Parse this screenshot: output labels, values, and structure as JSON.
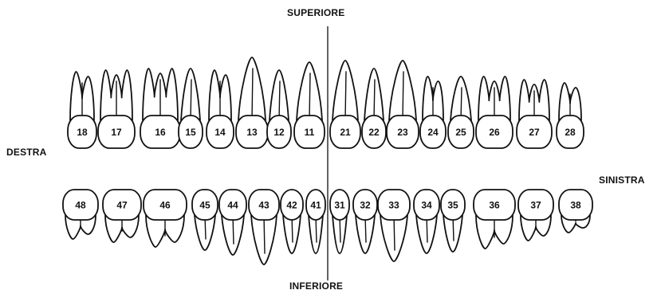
{
  "labels": {
    "top": "SUPERIORE",
    "bottom": "INFERIORE",
    "left": "DESTRA",
    "right": "SINISTRA"
  },
  "upper_teeth": [
    {
      "number": "18",
      "roots": 2
    },
    {
      "number": "17",
      "roots": 3
    },
    {
      "number": "16",
      "roots": 3
    },
    {
      "number": "15",
      "roots": 1
    },
    {
      "number": "14",
      "roots": 2
    },
    {
      "number": "13",
      "roots": 1
    },
    {
      "number": "12",
      "roots": 1
    },
    {
      "number": "11",
      "roots": 1
    },
    {
      "number": "21",
      "roots": 1
    },
    {
      "number": "22",
      "roots": 1
    },
    {
      "number": "23",
      "roots": 1
    },
    {
      "number": "24",
      "roots": 2
    },
    {
      "number": "25",
      "roots": 1
    },
    {
      "number": "26",
      "roots": 3
    },
    {
      "number": "27",
      "roots": 3
    },
    {
      "number": "28",
      "roots": 2
    }
  ],
  "lower_teeth": [
    {
      "number": "48",
      "roots": 2
    },
    {
      "number": "47",
      "roots": 2
    },
    {
      "number": "46",
      "roots": 2
    },
    {
      "number": "45",
      "roots": 1
    },
    {
      "number": "44",
      "roots": 1
    },
    {
      "number": "43",
      "roots": 1
    },
    {
      "number": "42",
      "roots": 1
    },
    {
      "number": "41",
      "roots": 1
    },
    {
      "number": "31",
      "roots": 1
    },
    {
      "number": "32",
      "roots": 1
    },
    {
      "number": "33",
      "roots": 1
    },
    {
      "number": "34",
      "roots": 1
    },
    {
      "number": "35",
      "roots": 1
    },
    {
      "number": "36",
      "roots": 2
    },
    {
      "number": "37",
      "roots": 2
    },
    {
      "number": "38",
      "roots": 2
    }
  ]
}
